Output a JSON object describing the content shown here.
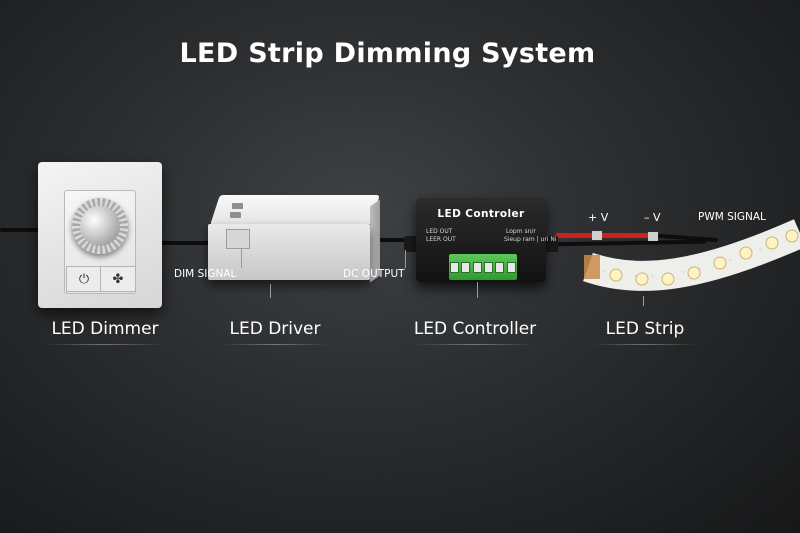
{
  "title": "LED Strip Dimming System",
  "components": [
    {
      "label": "LED Dimmer"
    },
    {
      "label": "LED Driver"
    },
    {
      "label": "LED Controller"
    },
    {
      "label": "LED Strip"
    }
  ],
  "connection_labels": {
    "dim_signal": "DIM SIGNAL",
    "dc_output": "DC OUTPUT",
    "plus_v": "+ V",
    "minus_v": "– V",
    "pwm_signal": "PWM SIGNAL"
  },
  "controller": {
    "title": "LED Controler",
    "text_left_1": "LED OUT",
    "text_left_2": "LEER OUT",
    "text_right_1": "Lopm sn/r",
    "text_right_2": "Sieup ram | uri Ni"
  },
  "dimmer_icons": [
    "power-icon",
    "fan-icon"
  ],
  "colors": {
    "background": "#2a2c2e",
    "terminal_green": "#3fb23b",
    "positive_wire": "#d0201c"
  }
}
